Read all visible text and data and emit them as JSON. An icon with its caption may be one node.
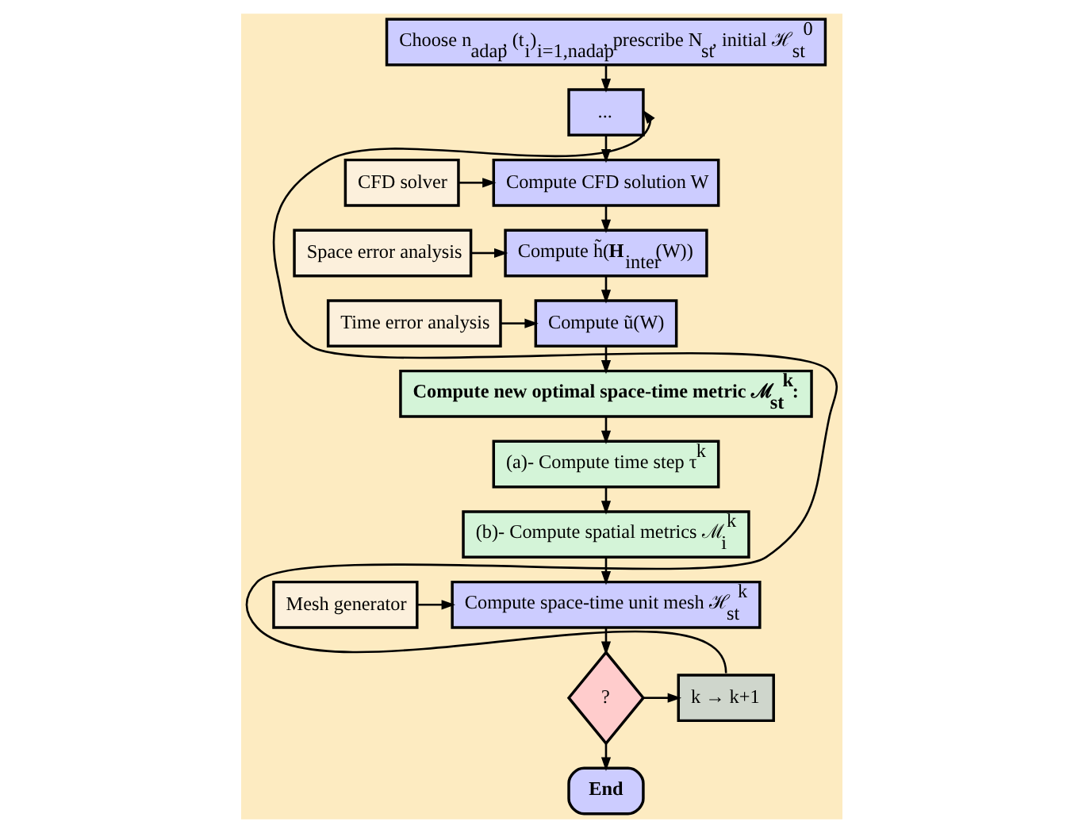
{
  "diagram": {
    "nodes": [
      {
        "text": [
          "Choose n$_{adap}$, (t$_{i}$)$_{i=1,nadap}$, prescribe N$_{st}$, initial ℋ$_{st}$$^{0}$"
        ]
      },
      {
        "text": [
          "..."
        ]
      },
      {
        "text": [
          "CFD solver"
        ]
      },
      {
        "text": [
          "Compute CFD solution W"
        ]
      },
      {
        "text": [
          "Space error analysis"
        ]
      },
      {
        "text": [
          "Compute h̃(**H**$_{inter}$(W))"
        ]
      },
      {
        "text": [
          "Time error analysis"
        ]
      },
      {
        "text": [
          "Compute ũ(W)"
        ]
      },
      {
        "text": [
          "Compute new optimal space-time metric ℳ$_{st}$$^{k}$:"
        ]
      },
      {
        "text": [
          "(a)- Compute time step τ$^{k}$"
        ]
      },
      {
        "text": [
          "(b)- Compute spatial metrics ℳ$_{i}$$^{k}$"
        ]
      },
      {
        "text": [
          "Mesh generator"
        ]
      },
      {
        "text": [
          "Compute space-time unit mesh ℋ$_{st}$$^{k}$"
        ]
      },
      {
        "text": [
          "?"
        ]
      },
      {
        "text": [
          "k → k+1"
        ]
      },
      {
        "text": [
          "End"
        ]
      }
    ],
    "edges": [
      {
        "from": 0,
        "to": 1,
        "arrow": "to"
      },
      {
        "from": 1,
        "to": 3,
        "arrow": "to"
      },
      {
        "from": 2,
        "to": 3,
        "arrow": "to"
      },
      {
        "from": 3,
        "to": 5,
        "arrow": "to"
      },
      {
        "from": 4,
        "to": 5,
        "arrow": "to"
      },
      {
        "from": 5,
        "to": 7,
        "arrow": "to"
      },
      {
        "from": 6,
        "to": 7,
        "arrow": "to"
      },
      {
        "from": 7,
        "to": 8,
        "arrow": "to"
      },
      {
        "from": 8,
        "to": 9,
        "arrow": "to"
      },
      {
        "from": 9,
        "to": 10,
        "arrow": "to"
      },
      {
        "from": 10,
        "to": 12,
        "arrow": "to"
      },
      {
        "from": 11,
        "to": 12,
        "arrow": "to"
      },
      {
        "from": 12,
        "to": 13,
        "arrow": "to"
      },
      {
        "from": 13,
        "to": 14,
        "arrow": "to"
      },
      {
        "from": 13,
        "to": 15,
        "arrow": "to"
      },
      {
        "from": 14,
        "to": 1,
        "arrow": "to"
      }
    ]
  }
}
